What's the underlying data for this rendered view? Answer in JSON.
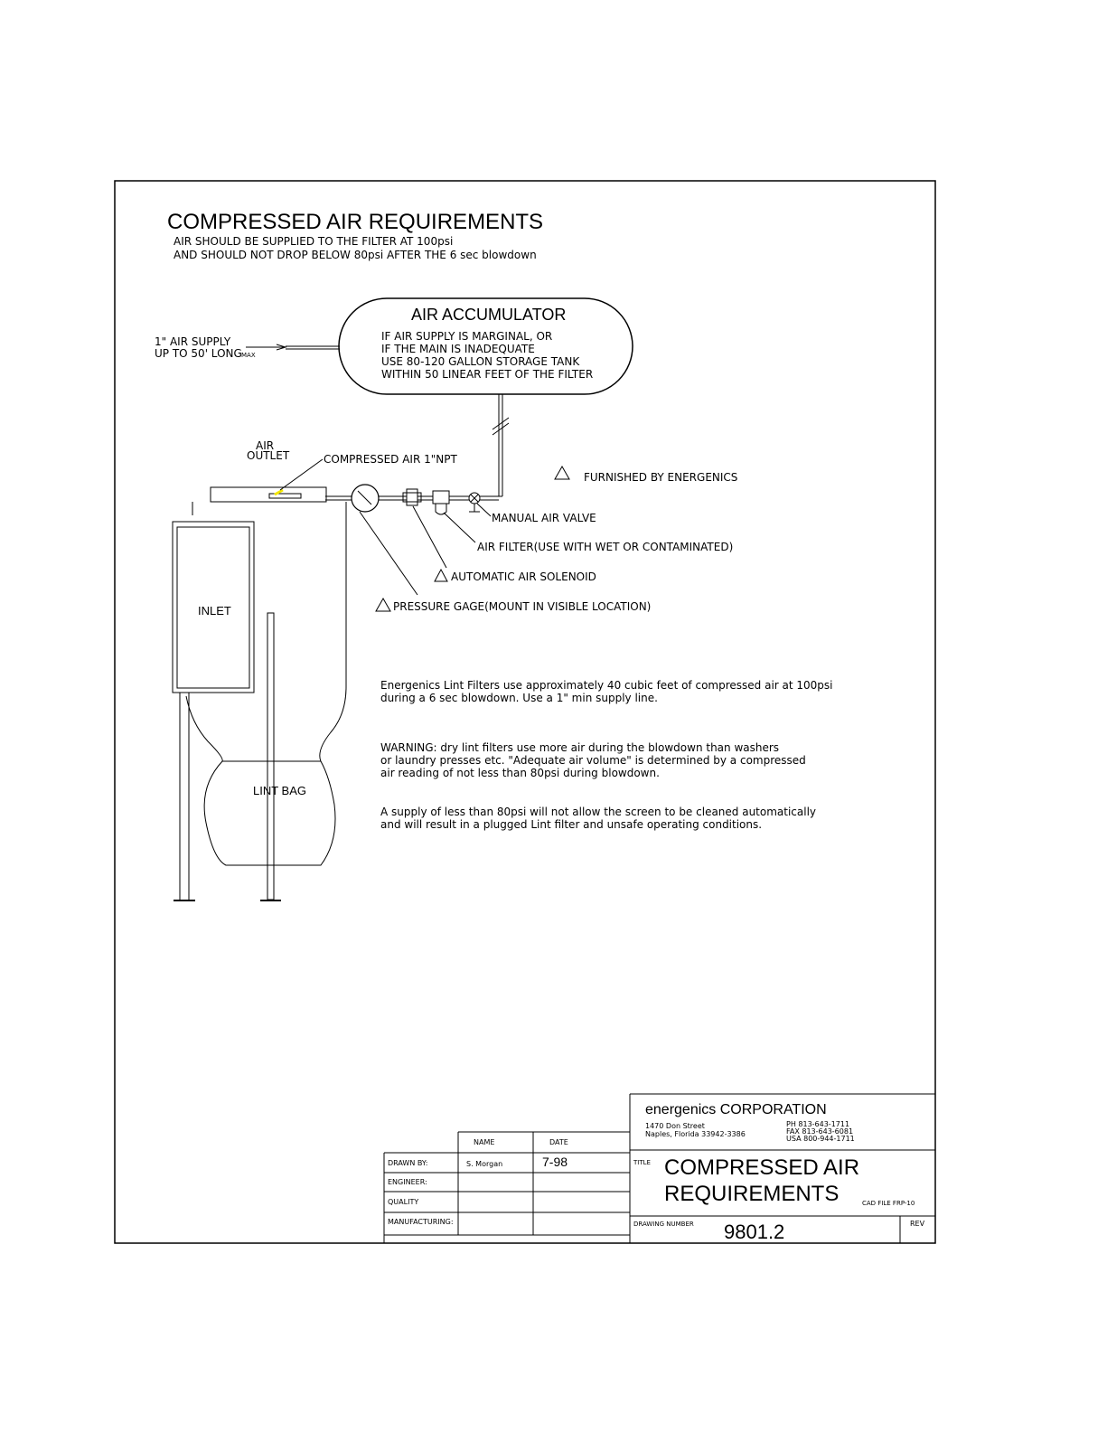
{
  "header": {
    "title": "COMPRESSED AIR REQUIREMENTS",
    "line1": "AIR SHOULD BE SUPPLIED TO THE FILTER AT 100psi",
    "line2": "AND SHOULD NOT DROP BELOW 80psi AFTER  THE 6 sec blowdown"
  },
  "accumulator": {
    "title": "AIR ACCUMULATOR",
    "lines": [
      "IF AIR SUPPLY IS MARGINAL, OR",
      "IF THE MAIN IS INADEQUATE",
      "USE 80-120 GALLON STORAGE TANK",
      "WITHIN 50 LINEAR FEET OF THE FILTER"
    ]
  },
  "supply": {
    "line1": "1\" AIR SUPPLY",
    "line2": "UP TO 50' LONG",
    "suffix": "MAX"
  },
  "labels": {
    "air": "AIR",
    "outlet": "OUTLET",
    "compressed_air": "COMPRESSED AIR 1\"NPT",
    "furnished": "FURNISHED BY ENERGENICS",
    "manual_valve": "MANUAL AIR VALVE",
    "air_filter": "AIR FILTER(USE WITH WET OR CONTAMINATED)",
    "solenoid": "AUTOMATIC AIR SOLENOID",
    "gage": "PRESSURE GAGE(MOUNT IN VISIBLE LOCATION)",
    "inlet": "INLET",
    "lint_bag": "LINT BAG"
  },
  "notes": {
    "p1": [
      "Energenics Lint Filters use approximately 40 cubic feet of compressed air at 100psi",
      "during a 6 sec blowdown. Use a 1\" min supply line."
    ],
    "p2": [
      "WARNING: dry lint filters use more air during the blowdown than washers",
      "or laundry presses etc. \"Adequate air volume\" is determined by a compressed",
      "air reading of not less than 80psi during blowdown."
    ],
    "p3": [
      "A supply of less than 80psi will not allow the screen to be cleaned automatically",
      "and will result in a plugged Lint filter and unsafe operating conditions."
    ]
  },
  "title_block": {
    "company": "energenics CORPORATION",
    "address1": "1470 Don Street",
    "address2": "Naples, Florida 33942-3386",
    "phone": "PH 813-643-1711",
    "fax": "FAX 813-643-6081",
    "usa": "USA 800-944-1711",
    "col_name": "NAME",
    "col_date": "DATE",
    "rows": [
      {
        "label": "DRAWN BY:",
        "name": "S. Morgan",
        "date": "7-98"
      },
      {
        "label": "ENGINEER:",
        "name": "",
        "date": ""
      },
      {
        "label": "QUALITY",
        "name": "",
        "date": ""
      },
      {
        "label": "MANUFACTURING:",
        "name": "",
        "date": ""
      }
    ],
    "title_label": "TITLE",
    "title_line1": "COMPRESSED AIR",
    "title_line2": "REQUIREMENTS",
    "cad_file": "CAD FILE FRP-10",
    "drawing_number_label": "DRAWING NUMBER",
    "drawing_number": "9801.2",
    "rev_label": "REV"
  }
}
